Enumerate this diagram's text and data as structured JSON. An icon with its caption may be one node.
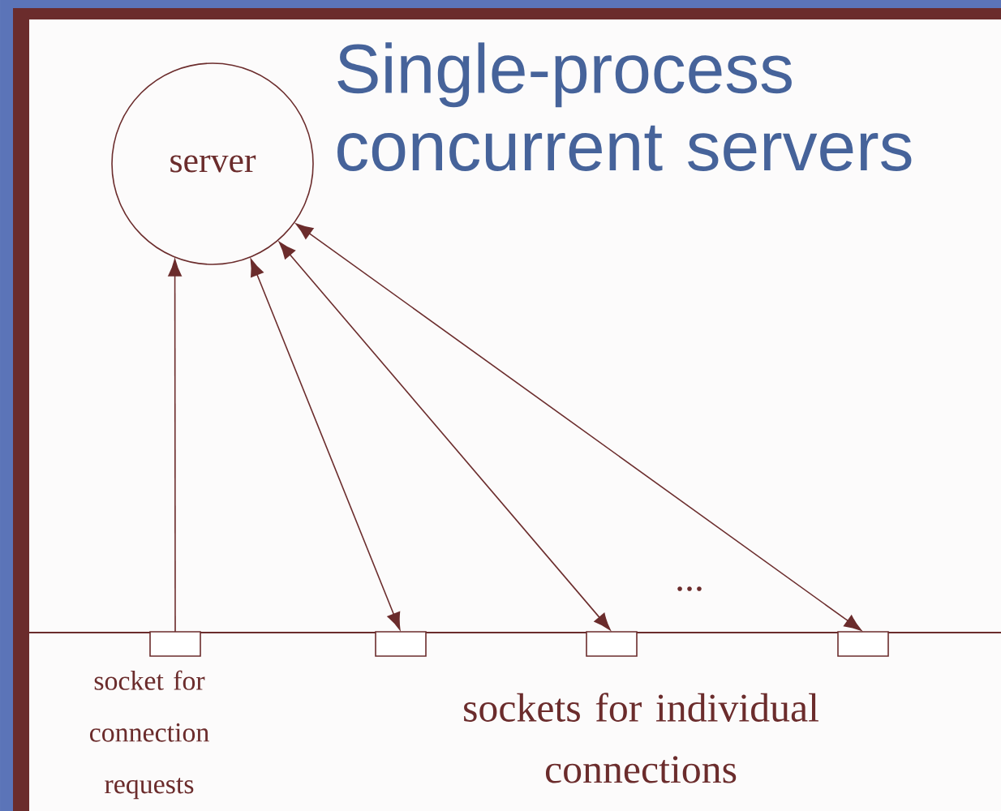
{
  "diagram": {
    "title": "Single-process concurrent servers",
    "nodes": [
      {
        "text": [
          "server"
        ]
      },
      {
        "text": [],
        "shape": "box",
        "beside": [
          "socket for connection requests"
        ]
      },
      {
        "text": [],
        "shape": "box"
      },
      {
        "text": [],
        "shape": "box"
      },
      {
        "text": [],
        "shape": "box"
      }
    ],
    "edges": [
      {
        "from": 1,
        "to": 0,
        "arrow": "to"
      },
      {
        "from": 0,
        "to": 2,
        "arrow": "both"
      },
      {
        "from": 0,
        "to": 3,
        "arrow": "both"
      },
      {
        "from": 0,
        "to": 4,
        "arrow": "both"
      }
    ],
    "labels": [
      "...",
      "sockets for individual connections"
    ]
  }
}
